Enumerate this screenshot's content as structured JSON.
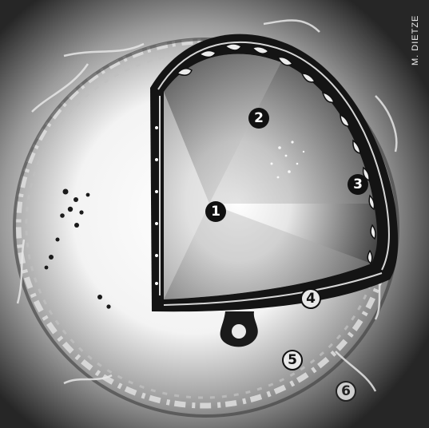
{
  "credit": "M. DIETZE",
  "callouts": [
    {
      "label": "1"
    },
    {
      "label": "2"
    },
    {
      "label": "3"
    },
    {
      "label": "4"
    },
    {
      "label": "5"
    },
    {
      "label": "6"
    }
  ],
  "colors": {
    "background": "#2a2a2a",
    "glow": "#ffffff",
    "shell": "#141414"
  }
}
